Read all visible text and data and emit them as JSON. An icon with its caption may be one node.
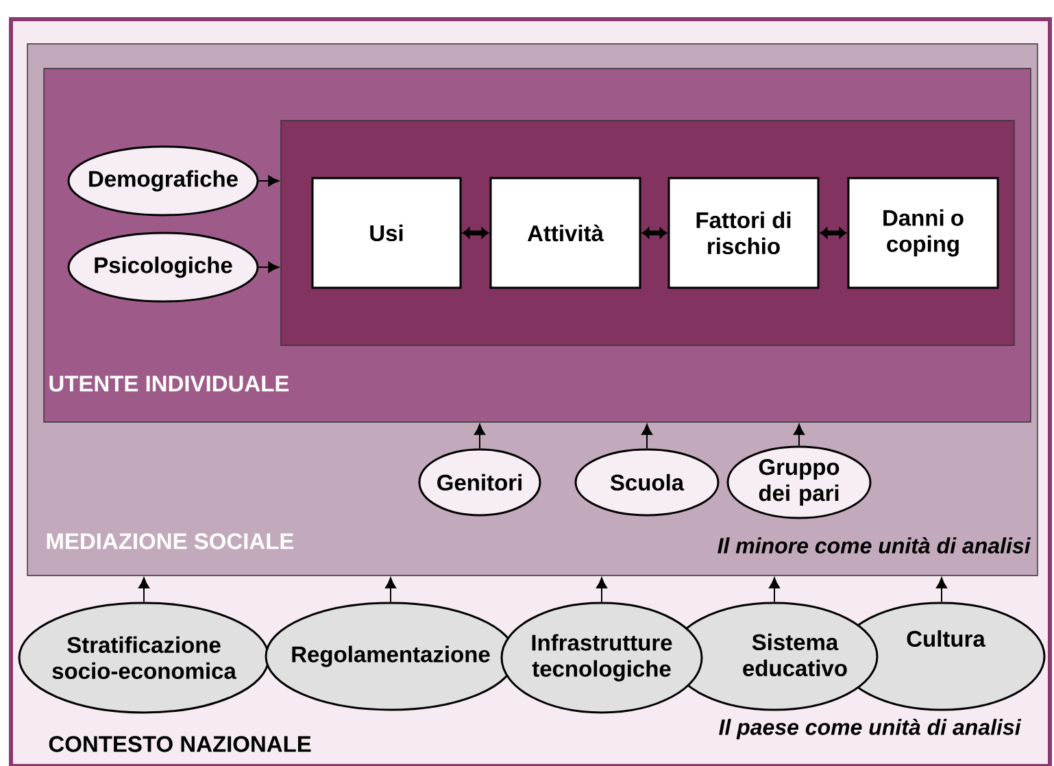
{
  "diagram": {
    "nodes": [
      {
        "text": [
          "CONTESTO NAZIONALE",
          "Il paese come unità di analisi"
        ]
      },
      {
        "text": [
          "MEDIAZIONE SOCIALE",
          "Il minore come unità di analisi"
        ],
        "in": 0
      },
      {
        "text": [
          "UTENTE INDIVIDUALE"
        ],
        "in": 1
      },
      {
        "text": [],
        "shape": "box",
        "in": 2
      },
      {
        "text": [
          "Usi"
        ],
        "in": 3
      },
      {
        "text": [
          "Attività"
        ],
        "in": 3
      },
      {
        "text": [
          "Fattori di rischio"
        ],
        "in": 3
      },
      {
        "text": [
          "Danni o coping"
        ],
        "in": 3
      },
      {
        "text": [
          "Demografiche"
        ],
        "in": 2
      },
      {
        "text": [
          "Psicologiche"
        ],
        "in": 2
      },
      {
        "text": [
          "Genitori"
        ],
        "in": 1
      },
      {
        "text": [
          "Scuola"
        ],
        "in": 1
      },
      {
        "text": [
          "Gruppo dei pari"
        ],
        "in": 1
      },
      {
        "text": [
          "Stratificazione socio-economica"
        ],
        "in": 0
      },
      {
        "text": [
          "Regolamentazione"
        ],
        "in": 0
      },
      {
        "text": [
          "Infrastrutture tecnologiche"
        ],
        "in": 0
      },
      {
        "text": [
          "Sistema educativo"
        ],
        "in": 0
      },
      {
        "text": [
          "Cultura"
        ],
        "in": 0
      }
    ],
    "edges": [
      {
        "from": 8,
        "to": 3,
        "arrow": "to"
      },
      {
        "from": 9,
        "to": 3,
        "arrow": "to"
      },
      {
        "from": 4,
        "to": 5,
        "arrow": "both",
        "style": "thick"
      },
      {
        "from": 5,
        "to": 6,
        "arrow": "both",
        "style": "thick"
      },
      {
        "from": 6,
        "to": 7,
        "arrow": "both",
        "style": "thick"
      },
      {
        "from": 10,
        "to": 2,
        "arrow": "to"
      },
      {
        "from": 11,
        "to": 2,
        "arrow": "to"
      },
      {
        "from": 12,
        "to": 2,
        "arrow": "to"
      },
      {
        "from": 13,
        "to": 1,
        "arrow": "to"
      },
      {
        "from": 14,
        "to": 1,
        "arrow": "to"
      },
      {
        "from": 15,
        "to": 1,
        "arrow": "to"
      },
      {
        "from": 16,
        "to": 1,
        "arrow": "to"
      },
      {
        "from": 17,
        "to": 1,
        "arrow": "to"
      }
    ]
  }
}
